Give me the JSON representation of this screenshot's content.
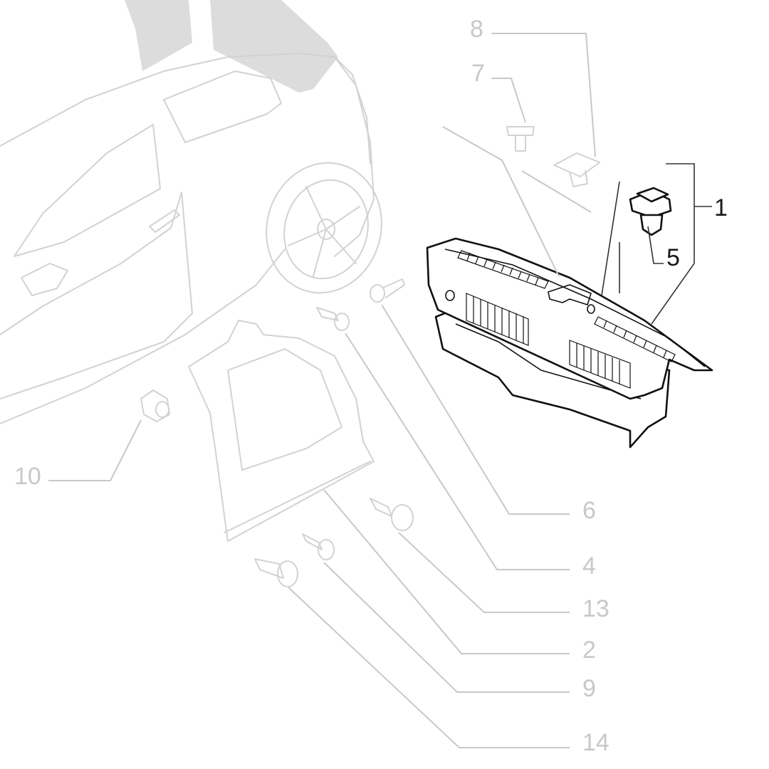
{
  "diagram": {
    "callouts": {
      "c1": "1",
      "c2": "2",
      "c4": "4",
      "c5": "5",
      "c6": "6",
      "c7": "7",
      "c8": "8",
      "c9": "9",
      "c10": "10",
      "c13": "13",
      "c14": "14"
    },
    "colors": {
      "highlight": "#111111",
      "faded": "#c8c8c8",
      "background": "#ffffff"
    }
  }
}
